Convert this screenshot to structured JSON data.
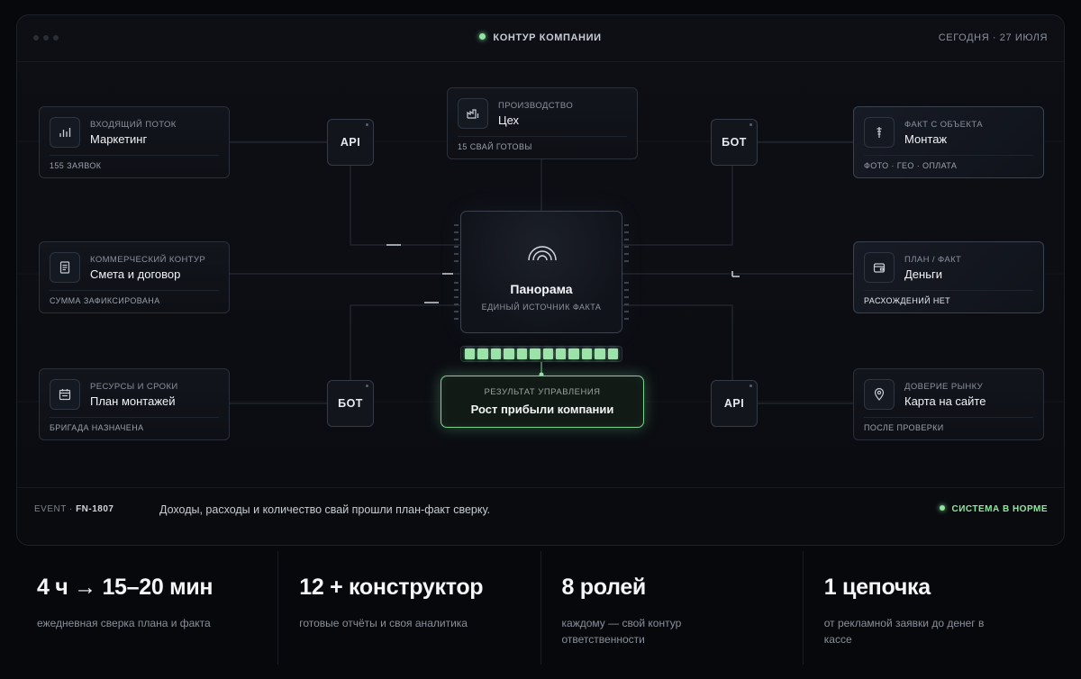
{
  "window": {
    "title": "КОНТУР КОМПАНИИ",
    "date": "СЕГОДНЯ · 27 ИЮЛЯ"
  },
  "cards": {
    "marketing": {
      "kicker": "Входящий поток",
      "name": "Маркетинг",
      "foot": "155 заявок",
      "icon": "bar-chart-icon"
    },
    "estimate": {
      "kicker": "Коммерческий контур",
      "name": "Смета и договор",
      "foot": "Сумма зафиксирована",
      "icon": "document-icon"
    },
    "plan": {
      "kicker": "Ресурсы и сроки",
      "name": "План монтажей",
      "foot": "Бригада назначена",
      "icon": "calendar-icon"
    },
    "production": {
      "kicker": "Производство",
      "name": "Цех",
      "foot": "15 свай готовы",
      "icon": "factory-icon"
    },
    "mounting": {
      "kicker": "Факт с объекта",
      "name": "Монтаж",
      "foot": "Фото · гео · оплата",
      "icon": "pile-icon"
    },
    "money": {
      "kicker": "План / факт",
      "name": "Деньги",
      "foot": "Расхождений нет",
      "icon": "wallet-icon"
    },
    "map": {
      "kicker": "Доверие рынку",
      "name": "Карта на сайте",
      "foot": "После проверки",
      "icon": "location-pin-icon"
    }
  },
  "nodes": {
    "api_left": "API",
    "bot_left": "БОТ",
    "bot_right": "БОТ",
    "api_right": "API"
  },
  "core": {
    "name": "Панорама",
    "subtitle": "Единый источник факта",
    "icon": "arc-signal-icon"
  },
  "progress": {
    "filled": 12,
    "total": 12,
    "color": "#9be3a8"
  },
  "result": {
    "kicker": "Результат управления",
    "value": "Рост прибыли компании"
  },
  "event": {
    "prefix": "EVENT ·",
    "id": "FN-1807",
    "message": "Доходы, расходы и количество свай прошли план-факт сверку.",
    "status": "СИСТЕМА В НОРМЕ"
  },
  "stats": [
    {
      "big": "4 ч → 15–20 мин",
      "small": "ежедневная сверка плана и факта"
    },
    {
      "big": "12 + конструктор",
      "small": "готовые отчёты и своя аналитика"
    },
    {
      "big": "8 ролей",
      "small": "каждому — свой контур ответственности"
    },
    {
      "big": "1 цепочка",
      "small": "от рекламной заявки до денег в кассе"
    }
  ],
  "colors": {
    "accent": "#8ee6a0",
    "background": "#07080b",
    "panel": "#0d0f15"
  }
}
